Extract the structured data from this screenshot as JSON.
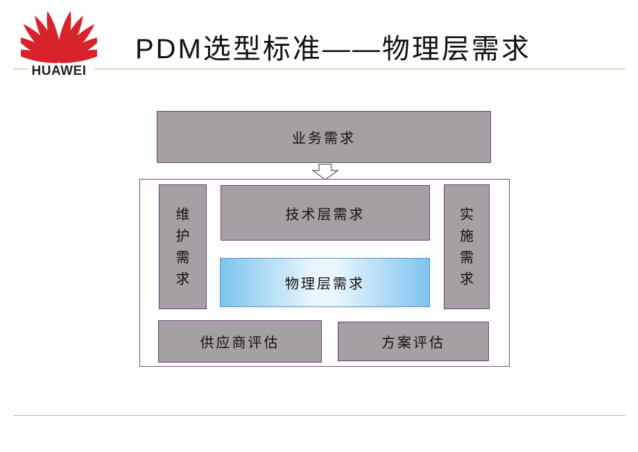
{
  "header": {
    "logo_text": "HUAWEI",
    "title": "PDM选型标准——物理层需求"
  },
  "diagram": {
    "top": "业务需求",
    "left": [
      "维",
      "护",
      "需",
      "求"
    ],
    "right": [
      "实",
      "施",
      "需",
      "求"
    ],
    "tech_layer": "技术层需求",
    "physical_layer": "物理层需求",
    "supplier": "供应商评估",
    "solution": "方案评估"
  },
  "colors": {
    "box_fill": "#a4a0a4",
    "box_border": "#6e3a78",
    "highlight": "#7ec4ee",
    "rule": "#8fcf6a",
    "logo_red": "#d8232a"
  },
  "icons": {
    "logo": "huawei-petals-logo",
    "arrow": "down-arrow-icon"
  }
}
